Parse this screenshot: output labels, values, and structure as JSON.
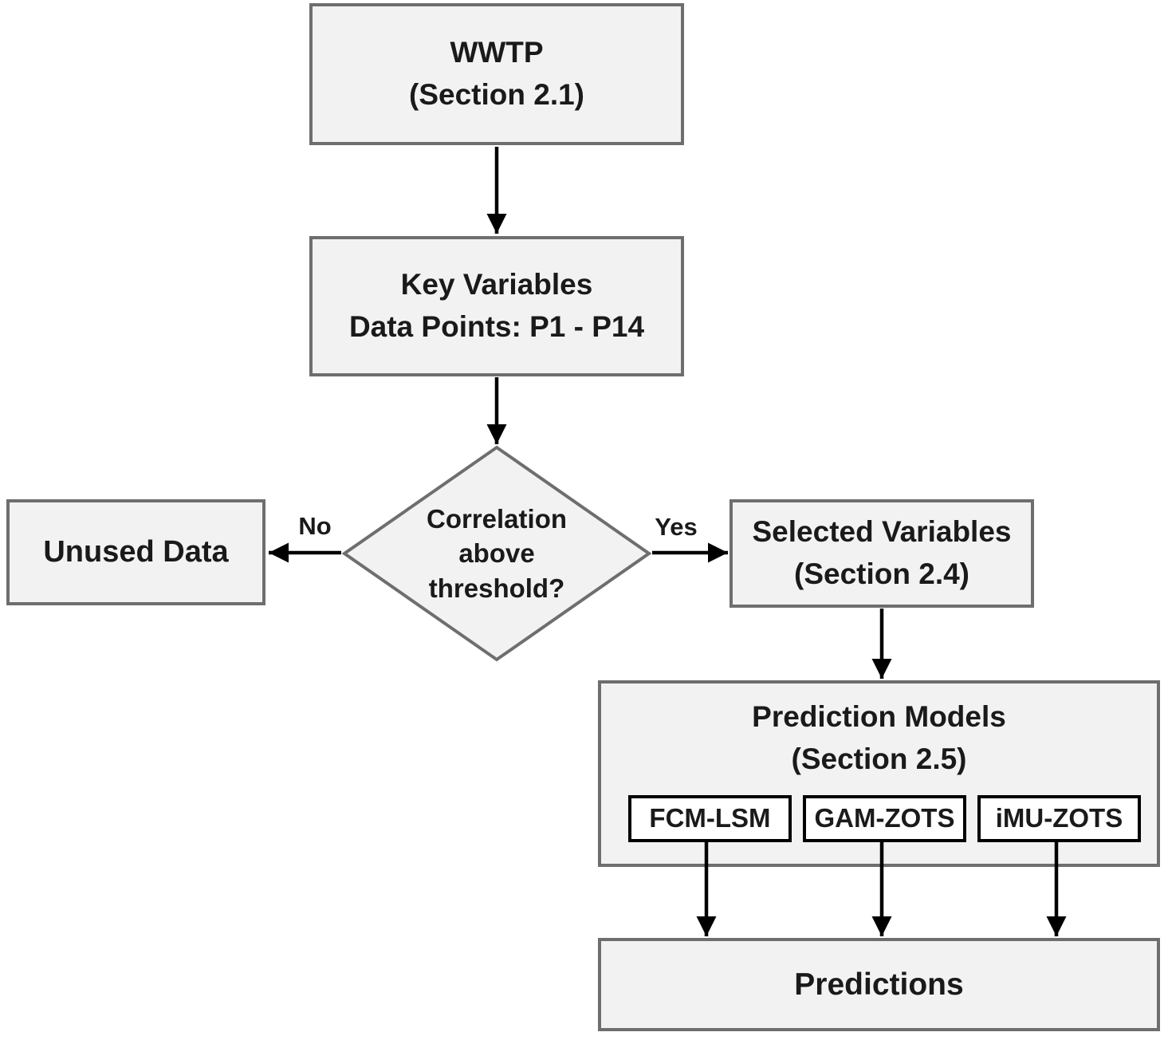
{
  "diagram": {
    "nodes": {
      "wwtp": {
        "line1": "WWTP",
        "line2": "(Section 2.1)"
      },
      "key_variables": {
        "line1": "Key Variables",
        "line2": "Data Points: P1 - P14"
      },
      "decision": {
        "line1": "Correlation",
        "line2": "above",
        "line3": "threshold?"
      },
      "unused_data": {
        "label": "Unused Data"
      },
      "selected_variables": {
        "line1": "Selected Variables",
        "line2": "(Section 2.4)"
      },
      "prediction_models": {
        "line1": "Prediction Models",
        "line2": "(Section 2.5)",
        "models": [
          "FCM-LSM",
          "GAM-ZOTS",
          "iMU-ZOTS"
        ]
      },
      "predictions": {
        "label": "Predictions"
      }
    },
    "edge_labels": {
      "no": "No",
      "yes": "Yes"
    },
    "colors": {
      "node_fill": "#f2f2f2",
      "node_border": "#6e6e6e",
      "inner_fill": "#ffffff",
      "inner_border": "#000000",
      "arrow": "#000000",
      "text": "#1a1a1a"
    }
  }
}
